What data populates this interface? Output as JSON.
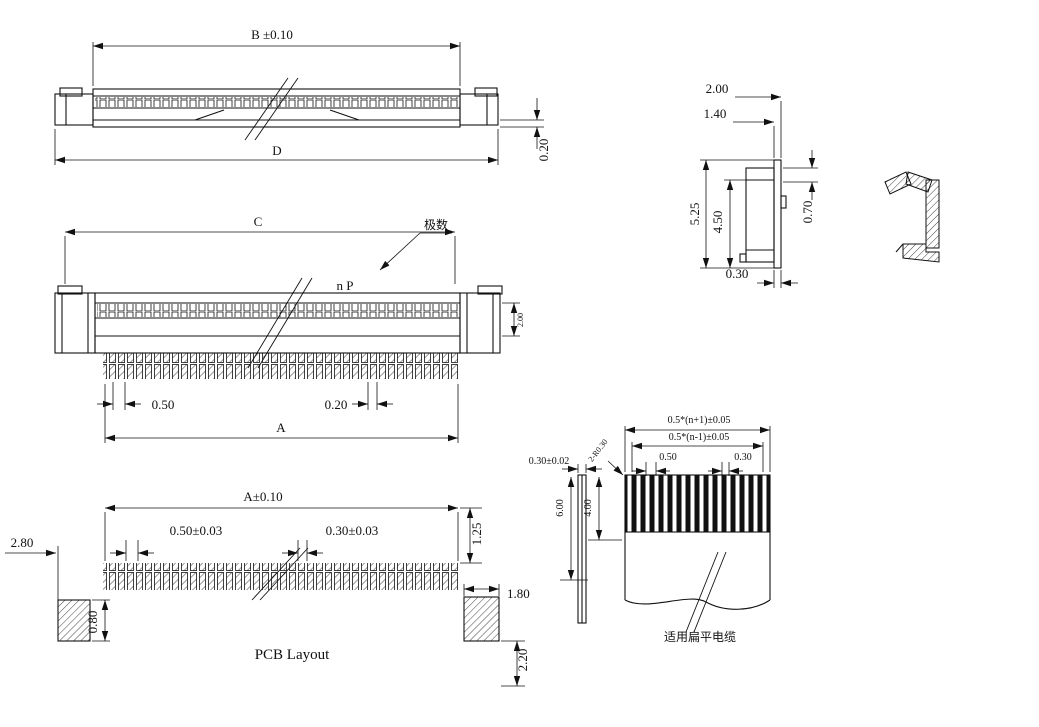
{
  "colors": {
    "ink": "#111111",
    "background": "#ffffff"
  },
  "drawing": {
    "top_view": {
      "dim_b": "B ±0.10",
      "dim_d": "D",
      "dim_height": "0.20"
    },
    "front_view": {
      "dim_c": "C",
      "poles_callout": "极数",
      "poles_label": "n P",
      "dim_depth": "2.00",
      "dim_pitch": "0.50",
      "dim_pin_width": "0.20",
      "dim_a": "A"
    },
    "side_view": {
      "dim_width": "2.00",
      "dim_inner_width": "1.40",
      "dim_height": "5.25",
      "dim_inner_height": "4.50",
      "dim_tab": "0.70",
      "dim_thickness": "0.30"
    },
    "pcb_layout": {
      "title": "PCB Layout",
      "dim_a": "A±0.10",
      "dim_pitch": "0.50±0.03",
      "dim_pad_width": "0.30±0.03",
      "dim_pad_length": "1.25",
      "dim_left": "2.80",
      "dim_left_pad": "0.80",
      "dim_right_pad": "1.80",
      "dim_right_clear": "2.20"
    },
    "cable": {
      "dim_total": "0.5*(n+1)±0.05",
      "dim_conductors": "0.5*(n-1)±0.05",
      "dim_pitch": "0.50",
      "dim_cond_width": "0.30",
      "dim_thickness": "0.30±0.02",
      "dim_radius": "2-R0.30",
      "dim_stiffener": "6.00",
      "dim_exposed": "4.00",
      "caption": "适用扁平电缆"
    }
  }
}
